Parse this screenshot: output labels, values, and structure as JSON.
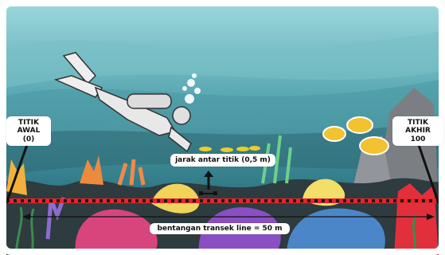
{
  "labels": {
    "start_point": {
      "title": "TITIK AWAL",
      "value": "(0)"
    },
    "end_point": {
      "title": "TITIK AKHIR",
      "value": "100"
    },
    "point_spacing": "jarak antar titik (0,5 m)",
    "transect_length": "bentangan transek line = 50 m"
  },
  "colors": {
    "transect_line": "#e5262b",
    "dashes": "#1a1a1a",
    "ocean_top": "#7fc7d2",
    "ocean_mid": "#3f8d9e",
    "ocean_deep": "#24595f"
  }
}
